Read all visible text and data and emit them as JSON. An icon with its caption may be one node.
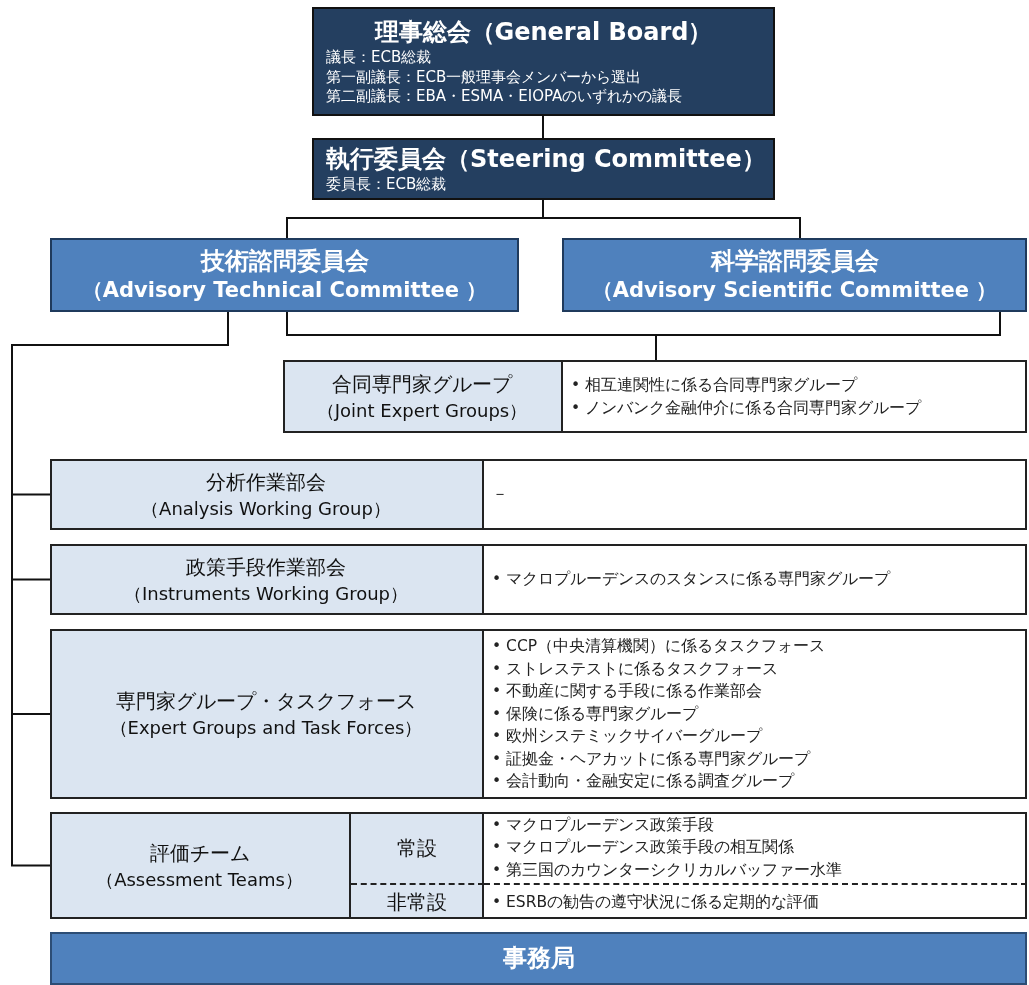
{
  "diagram": {
    "nodes": [
      {
        "text": [
          "理事総会（General Board）",
          "議長：ECB総裁",
          "第一副議長：ECB一般理事会メンバーから選出",
          "第二副議長：EBA・ESMA・EIOPAのいずれかの議長"
        ]
      },
      {
        "text": [
          "執行委員会（Steering Committee）",
          "委員長：ECB総裁"
        ]
      },
      {
        "text": [
          "技術諮問委員会",
          "（Advisory Technical Committee ）"
        ]
      },
      {
        "text": [
          "科学諮問委員会",
          "（Advisory Scientific Committee ）"
        ]
      },
      {
        "text": [],
        "shape": "box"
      },
      {
        "text": [
          "合同専門家グループ",
          "（Joint Expert Groups）"
        ],
        "in": 4
      },
      {
        "text": [
          "• 相互連関性に係る合同専門家グループ",
          "• ノンバンク金融仲介に係る合同専門家グループ"
        ],
        "in": 4
      },
      {
        "text": [],
        "shape": "box"
      },
      {
        "text": [
          "分析作業部会",
          "（Analysis Working Group）"
        ],
        "in": 7
      },
      {
        "text": [
          "－"
        ],
        "in": 7
      },
      {
        "text": [],
        "shape": "box"
      },
      {
        "text": [
          "政策手段作業部会",
          "（Instruments Working Group）"
        ],
        "in": 10
      },
      {
        "text": [
          "• マクロプルーデンスのスタンスに係る専門家グループ"
        ],
        "in": 10
      },
      {
        "text": [],
        "shape": "box"
      },
      {
        "text": [
          "専門家グループ・タスクフォース",
          "（Expert Groups and Task Forces）"
        ],
        "in": 13
      },
      {
        "text": [
          "• CCP（中央清算機関）に係るタスクフォース",
          "• ストレステストに係るタスクフォース",
          "• 不動産に関する手段に係る作業部会",
          "• 保険に係る専門家グループ",
          "• 欧州システミックサイバーグループ",
          "• 証拠金・ヘアカットに係る専門家グループ",
          "• 会計動向・金融安定に係る調査グループ"
        ],
        "in": 13
      },
      {
        "text": [],
        "shape": "box"
      },
      {
        "text": [
          "評価チーム",
          "（Assessment Teams）"
        ],
        "in": 16
      },
      {
        "text": [
          "常設"
        ],
        "in": 16
      },
      {
        "text": [
          "• マクロプルーデンス政策手段",
          "• マクロプルーデンス政策手段の相互関係",
          "• 第三国のカウンターシクリカルバッファー水準"
        ],
        "in": 16
      },
      {
        "text": [
          "非常設"
        ],
        "in": 16
      },
      {
        "text": [
          "• ESRBの勧告の遵守状況に係る定期的な評価"
        ],
        "in": 16
      },
      {
        "text": [
          "事務局"
        ]
      }
    ],
    "edges": [
      {
        "from": 0,
        "to": 1,
        "arrow": "none"
      },
      {
        "from": 1,
        "to": 2,
        "arrow": "none"
      },
      {
        "from": 1,
        "to": 3,
        "arrow": "none"
      },
      {
        "from": 2,
        "to": 4,
        "arrow": "none"
      },
      {
        "from": 3,
        "to": 4,
        "arrow": "none"
      },
      {
        "from": 2,
        "to": 7,
        "arrow": "none"
      },
      {
        "from": 2,
        "to": 10,
        "arrow": "none"
      },
      {
        "from": 2,
        "to": 13,
        "arrow": "none"
      },
      {
        "from": 2,
        "to": 16,
        "arrow": "none"
      }
    ]
  }
}
